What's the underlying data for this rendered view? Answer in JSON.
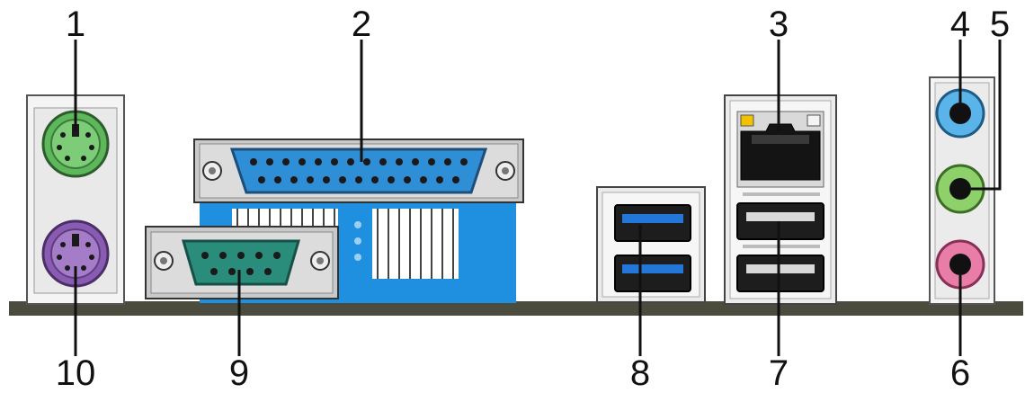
{
  "colors": {
    "ps2_mouse": "#5cb85a",
    "ps2_keyboard": "#8a5bb3",
    "parallel_connector": "#2f8fd6",
    "serial_connector": "#2a8c7a",
    "bracket_blue": "#1f8fe0",
    "audio_line_in": "#5ab4ea",
    "audio_line_out": "#8ed06a",
    "audio_mic": "#e87ea8",
    "usb3_tongue": "#2277d8",
    "lan_led_left": "#f2c200",
    "board_edge": "#4b4b3e"
  },
  "callouts": {
    "c1": "1",
    "c2": "2",
    "c3": "3",
    "c4": "4",
    "c5": "5",
    "c6": "6",
    "c7": "7",
    "c8": "8",
    "c9": "9",
    "c10": "10"
  }
}
